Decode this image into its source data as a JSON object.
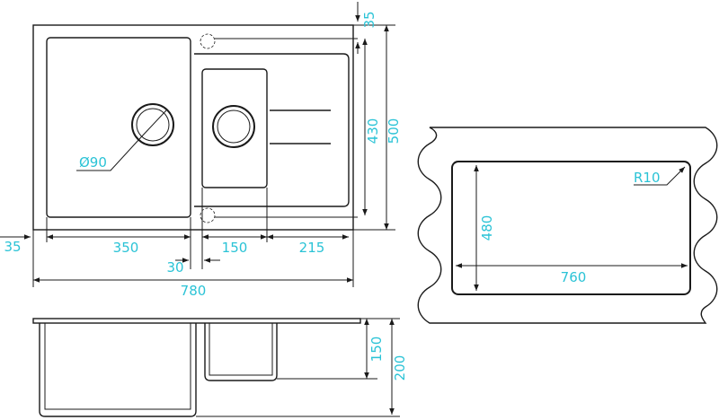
{
  "colors": {
    "line": "#1a1a1a",
    "dimension_text": "#2bc3d6",
    "background": "#ffffff"
  },
  "top_view": {
    "dims": {
      "top_margin": "35",
      "bowls_height": "430",
      "overall_height": "500",
      "left_margin": "35",
      "drain_diameter": "Ø90",
      "large_bowl_width": "350",
      "bowl_gap": "30",
      "small_bowl_width": "150",
      "drainer_width": "215",
      "overall_width": "780"
    }
  },
  "side_view": {
    "dims": {
      "small_bowl_depth": "150",
      "large_bowl_depth": "200"
    }
  },
  "cutout_view": {
    "dims": {
      "cutout_height": "480",
      "cutout_width": "760",
      "corner_radius": "R10"
    }
  }
}
